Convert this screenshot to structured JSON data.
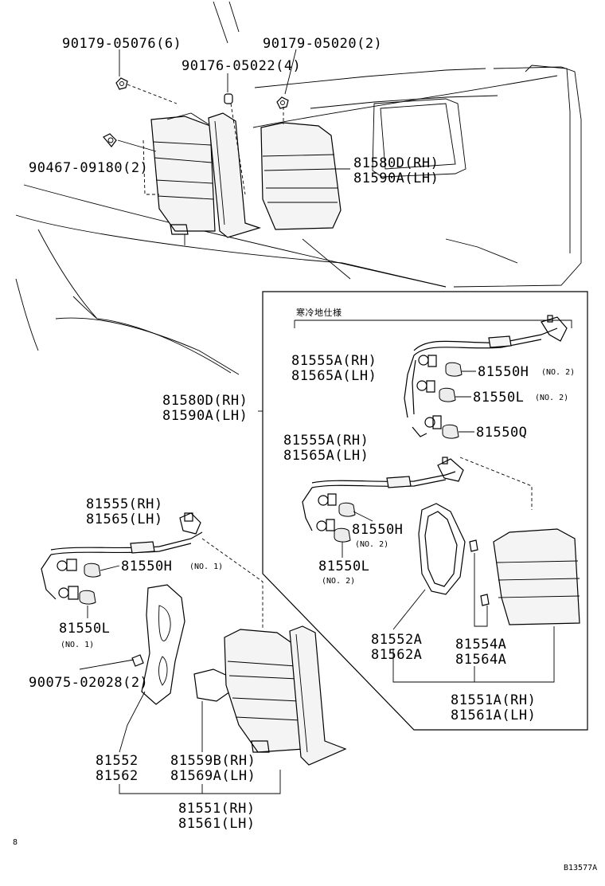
{
  "labels": {
    "p1": "90179-05076(6)",
    "p2": "90179-05020(2)",
    "p3": "90176-05022(4)",
    "p4": "90467-09180(2)",
    "p5a": "81580D(RH)",
    "p5b": "81590A(LH)",
    "p6": "寒冷地仕様",
    "p7a": "81555A(RH)",
    "p7b": "81565A(LH)",
    "p8": "81550H",
    "p8n": "(NO. 2)",
    "p9": "81550L",
    "p9n": "(NO. 2)",
    "p10": "81550Q",
    "p11a": "81580D(RH)",
    "p11b": "81590A(LH)",
    "p12a": "81555A(RH)",
    "p12b": "81565A(LH)",
    "p13": "81550H",
    "p13n": "(NO. 2)",
    "p14": "81550L",
    "p14n": "(NO. 2)",
    "p15a": "81555(RH)",
    "p15b": "81565(LH)",
    "p16": "81550H",
    "p16n": "(NO. 1)",
    "p17": "81550L",
    "p17n": "(NO. 1)",
    "p18": "90075-02028(2)",
    "p19a": "81552A",
    "p19b": "81562A",
    "p20a": "81554A",
    "p20b": "81564A",
    "p21a": "81551A(RH)",
    "p21b": "81561A(LH)",
    "p22a": "81552",
    "p22b": "81562",
    "p23a": "81559B(RH)",
    "p23b": "81569A(LH)",
    "p24a": "81551(RH)",
    "p24b": "81561(LH)",
    "corner_mark": "8",
    "figure_id": "B13577A"
  }
}
